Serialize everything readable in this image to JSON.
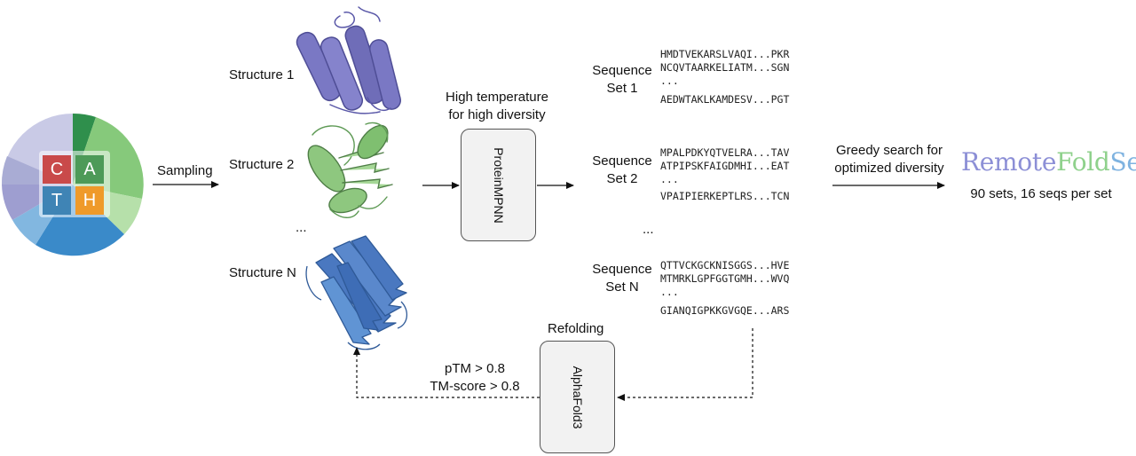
{
  "cath": {
    "letters": [
      "C",
      "A",
      "T",
      "H"
    ],
    "colors": [
      "#c94a4a",
      "#4d9a58",
      "#3f84b5",
      "#ef9a2a"
    ]
  },
  "labels": {
    "sampling": "Sampling",
    "structure1": "Structure 1",
    "structure2": "Structure 2",
    "structureN": "Structure N",
    "dots_structures": "...",
    "high_temp_line1": "High temperature",
    "high_temp_line2": "for high diversity",
    "proteinmpnn": "ProteinMPNN",
    "greedy_line1": "Greedy search for",
    "greedy_line2": "optimized diversity",
    "sets_caption": "90 sets, 16 seqs per set",
    "refolding": "Refolding",
    "alphafold3": "AlphaFold3",
    "ptm": "pTM > 0.8",
    "tmscore": "TM-score > 0.8",
    "dots_sets": "..."
  },
  "sequence_sets": [
    {
      "label_line1": "Sequence",
      "label_line2": "Set 1",
      "seq1": "HMDTVEKARSLVAQI...PKR",
      "seq2": "NCQVTAARKELIATM...SGN",
      "dots": "...",
      "seq3": "AEDWTAKLKAMDESV...PGT"
    },
    {
      "label_line1": "Sequence",
      "label_line2": "Set 2",
      "seq1": "MPALPDKYQTVELRA...TAV",
      "seq2": "ATPIPSKFAIGDMHI...EAT",
      "dots": "...",
      "seq3": "VPAIPIERKEPTLRS...TCN"
    },
    {
      "label_line1": "Sequence",
      "label_line2": "Set N",
      "seq1": "QTTVCKGCKNISGGS...HVE",
      "seq2": "MTMRKLGPFGGTGMH...WVQ",
      "dots": "...",
      "seq3": "GIANQIGPKKGVGQE...ARS"
    }
  ],
  "brand": {
    "part1": "Remote",
    "part2": "Fold",
    "part3": "Set",
    "color1": "#8c8fd6",
    "color2": "#8fd18c",
    "color3": "#7fb3e0"
  },
  "protein_colors": {
    "structure1": "#7a78c4",
    "structure2": "#8ec77f",
    "structureN": "#4a78c0"
  }
}
